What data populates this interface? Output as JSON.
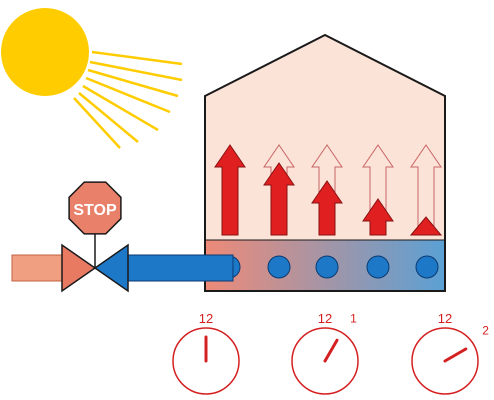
{
  "colors": {
    "sun": "#FFCC00",
    "house_fill": "#FCE3D8",
    "house_stroke": "#1A1A1A",
    "arrow_red": "#E02020",
    "arrow_outline": "#C86464",
    "pipe_hot": "#F0A080",
    "pipe_blue": "#1E78C8",
    "valve_red": "#E87A62",
    "sign_fill": "#E8806A",
    "clock_red": "#D42020",
    "band_left": "#EE8A78",
    "band_right": "#5BA0D4"
  },
  "stop_sign": {
    "text": "STOP"
  },
  "heat_arrows": [
    {
      "fraction": 1.0
    },
    {
      "fraction": 0.8
    },
    {
      "fraction": 0.6
    },
    {
      "fraction": 0.4
    },
    {
      "fraction": 0.2
    }
  ],
  "clocks": [
    {
      "top_label": "12",
      "side_label": "",
      "hand_angle_deg": 0
    },
    {
      "top_label": "12",
      "side_label": "1",
      "hand_angle_deg": 30
    },
    {
      "top_label": "12",
      "side_label": "2",
      "hand_angle_deg": 60
    }
  ],
  "icons": [
    "sun-icon",
    "valve-icon",
    "stop-sign-icon",
    "clock-icon"
  ]
}
